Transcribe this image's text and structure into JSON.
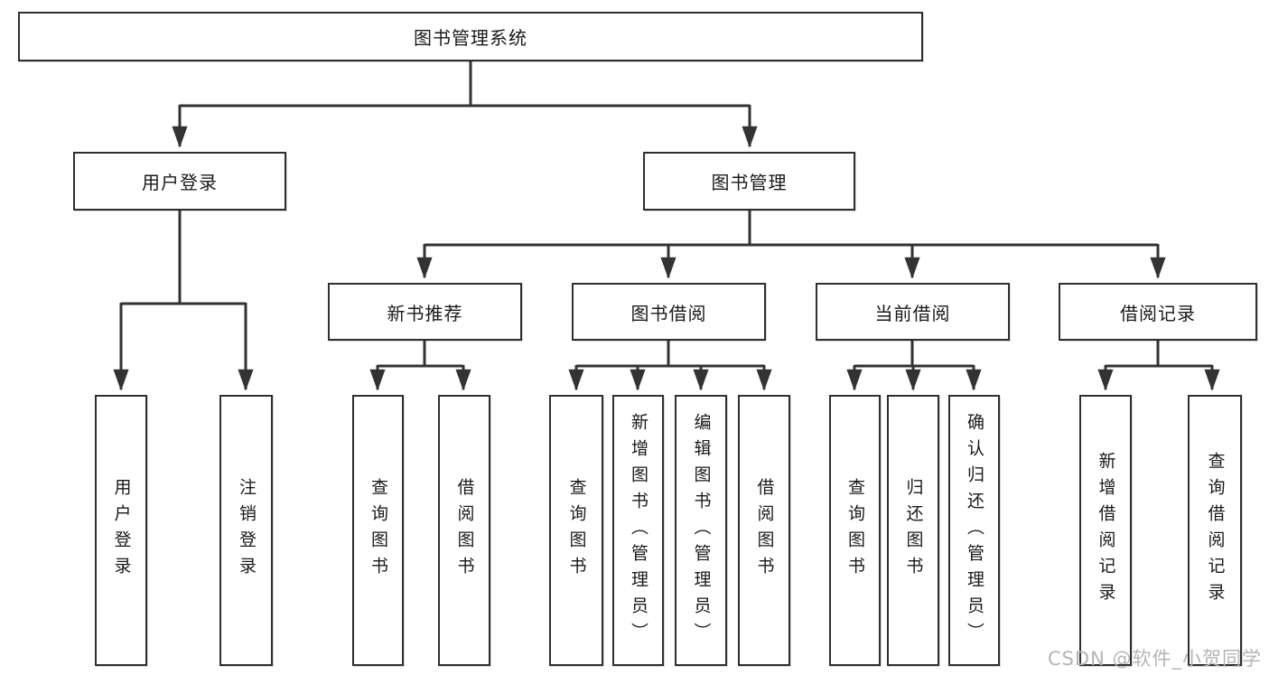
{
  "tree": {
    "label": "图书管理系统",
    "children": [
      {
        "label": "用户登录",
        "children": [
          {
            "label": "用户登录"
          },
          {
            "label": "注销登录"
          }
        ]
      },
      {
        "label": "图书管理",
        "children": [
          {
            "label": "新书推荐",
            "children": [
              {
                "label": "查询图书"
              },
              {
                "label": "借阅图书"
              }
            ]
          },
          {
            "label": "图书借阅",
            "children": [
              {
                "label": "查询图书"
              },
              {
                "label": "新增图书（管理员）"
              },
              {
                "label": "编辑图书（管理员）"
              },
              {
                "label": "借阅图书"
              }
            ]
          },
          {
            "label": "当前借阅",
            "children": [
              {
                "label": "查询图书"
              },
              {
                "label": "归还图书"
              },
              {
                "label": "确认归还（管理员）"
              }
            ]
          },
          {
            "label": "借阅记录",
            "children": [
              {
                "label": "新增借阅记录"
              },
              {
                "label": "查询借阅记录"
              }
            ]
          }
        ]
      }
    ]
  },
  "watermark": "CSDN @软件_小贺同学",
  "colors": {
    "line": "#333333",
    "box_border": "#2f2f2f",
    "text": "#1a1a1a",
    "watermark": "#b4b4bc",
    "background": "#ffffff"
  }
}
